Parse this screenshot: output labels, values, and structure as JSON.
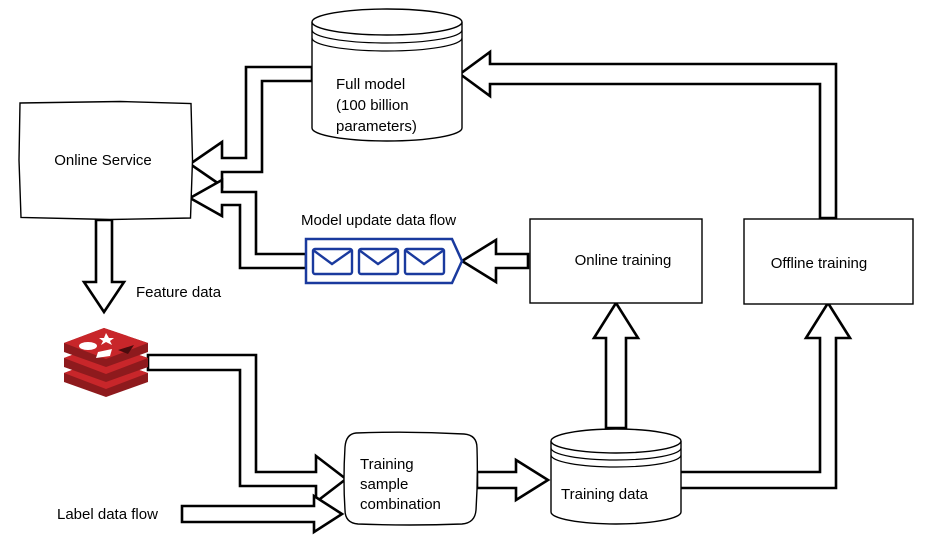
{
  "nodes": {
    "online_service": {
      "label": "Online Service"
    },
    "full_model": {
      "lines": [
        "Full model",
        "(100 billion",
        "parameters)"
      ]
    },
    "online_training": {
      "label": "Online training"
    },
    "offline_training": {
      "label": "Offline training"
    },
    "training_sample": {
      "lines": [
        "Training",
        "sample",
        "combination"
      ]
    },
    "training_data": {
      "label": "Training data"
    }
  },
  "edge_labels": {
    "model_update": "Model update data flow",
    "feature_data": "Feature data",
    "label_data": "Label data flow"
  },
  "icons": {
    "queue": "message-queue-icon",
    "cache": "redis-icon"
  },
  "colors": {
    "queue": "#1a3a9e",
    "cache": "#c8262a",
    "cache_dark": "#8e1a1d"
  }
}
